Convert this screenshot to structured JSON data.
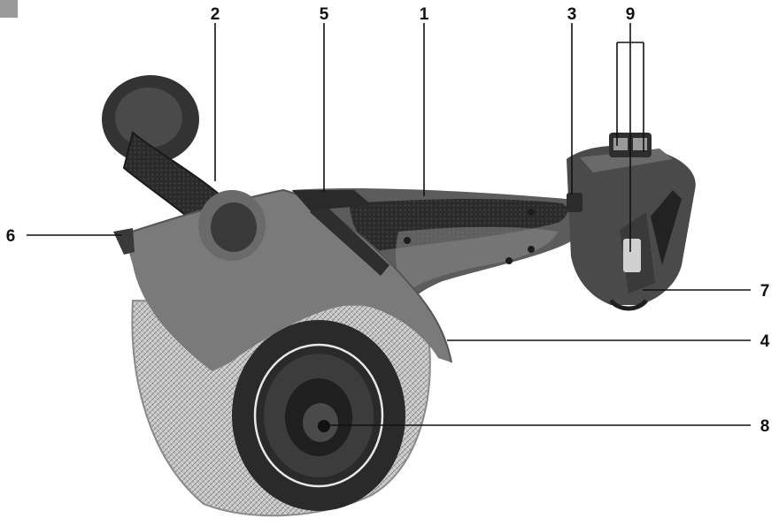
{
  "figure": {
    "callouts": [
      "1",
      "2",
      "3",
      "4",
      "5",
      "6",
      "7",
      "8",
      "9"
    ]
  },
  "colors": {
    "body_dark": "#3b3b3b",
    "body_mid": "#6e6e6e",
    "guard": "#767676",
    "grip": "#2a2a2a",
    "brush": "#b9b9b9",
    "hub": "#2e2e2e",
    "leader": "#111111"
  }
}
